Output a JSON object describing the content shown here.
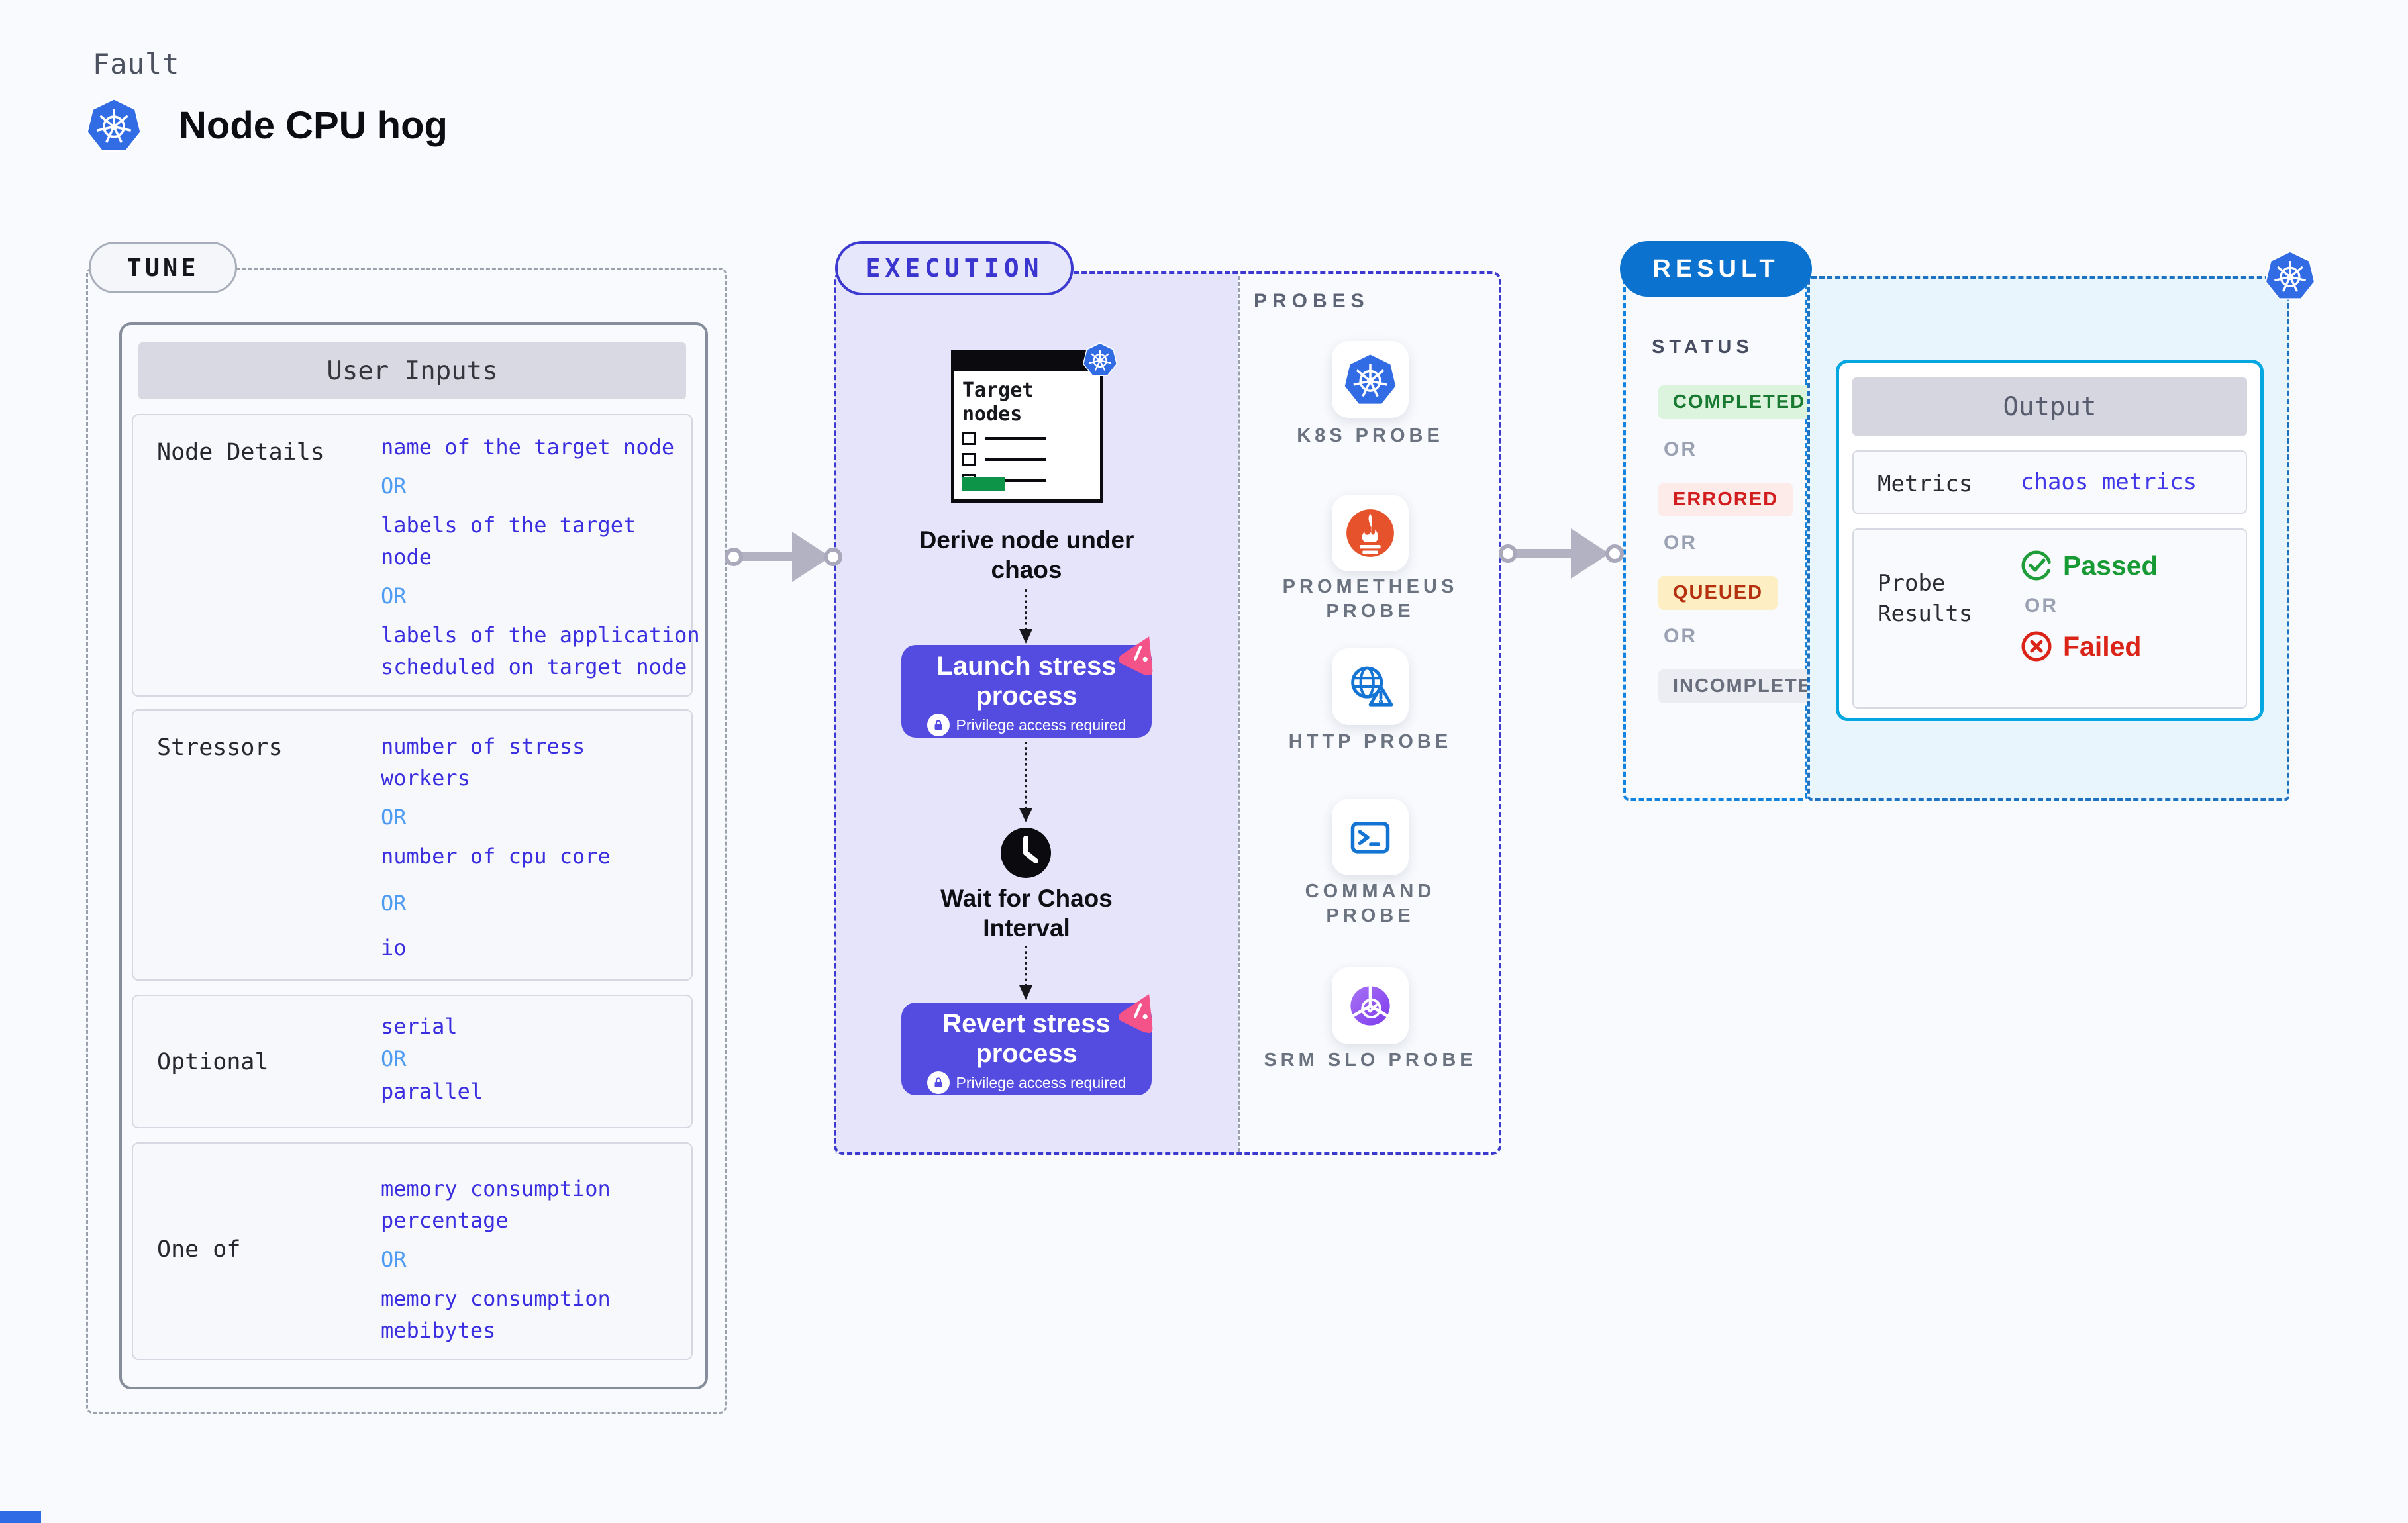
{
  "labels": {
    "or": "OR"
  },
  "header": {
    "eyebrow": "Fault",
    "title": "Node CPU hog",
    "logo_icon": "kubernetes-icon"
  },
  "tune": {
    "badge": "TUNE",
    "card_title": "User Inputs",
    "rows": [
      {
        "label": "Node Details",
        "values": [
          "name of the target node",
          "labels of the target node",
          "labels of the application scheduled on target node"
        ]
      },
      {
        "label": "Stressors",
        "values": [
          "number of stress workers",
          "number of cpu core",
          "io"
        ]
      },
      {
        "label": "Optional",
        "values": [
          "serial",
          "parallel"
        ]
      },
      {
        "label": "One of",
        "values": [
          "memory consumption percentage",
          "memory consumption mebibytes"
        ]
      }
    ]
  },
  "execution": {
    "badge": "EXECUTION",
    "target_window": {
      "title": "Target nodes",
      "badge_icon": "kubernetes-icon"
    },
    "derive_label": "Derive node under chaos",
    "launch_button": {
      "title": "Launch stress process",
      "note": "Privilege access required",
      "corner_icon": "chaos-pink-icon",
      "lock_icon": "lock-icon"
    },
    "wait_label": "Wait for Chaos Interval",
    "revert_button": {
      "title": "Revert stress process",
      "note": "Privilege access required",
      "corner_icon": "chaos-pink-icon",
      "lock_icon": "lock-icon"
    }
  },
  "probes": {
    "title": "PROBES",
    "items": [
      {
        "label": "K8S PROBE",
        "icon": "kubernetes-icon"
      },
      {
        "label": "PROMETHEUS PROBE",
        "icon": "prometheus-icon"
      },
      {
        "label": "HTTP PROBE",
        "icon": "http-globe-icon"
      },
      {
        "label": "COMMAND PROBE",
        "icon": "terminal-icon"
      },
      {
        "label": "SRM SLO PROBE",
        "icon": "srm-slo-icon"
      }
    ]
  },
  "result": {
    "badge": "RESULT",
    "status_title": "STATUS",
    "statuses": [
      "COMPLETED",
      "ERRORED",
      "QUEUED",
      "INCOMPLETED"
    ],
    "corner_icon": "kubernetes-icon",
    "output": {
      "title": "Output",
      "metrics_label": "Metrics",
      "metrics_value": "chaos metrics",
      "probe_results_label": "Probe Results",
      "passed_label": "Passed",
      "failed_label": "Failed"
    }
  },
  "colors": {
    "background": "#F8FAFD",
    "indigo_accent": "#3B39CF",
    "value_text": "#3A2EE0",
    "or_blue": "#4D9BF2",
    "button_indigo": "#544CE0",
    "lavender_panel": "#E5E4FB",
    "pink_mark": "#F4538A",
    "result_blue": "#0B73CF",
    "status_dashed_blue": "#1283DE",
    "output_border_cyan": "#04A7E0",
    "cyan_panel": "#E9F5FC",
    "completed_green": "#187A31",
    "errored_red": "#D11D1D",
    "queued_text": "#B5300F",
    "incompleted_gray": "#696E7C",
    "passed_green": "#1F9D3B",
    "failed_red": "#DA2417",
    "kubernetes_blue": "#326CE5",
    "prometheus_orange": "#E6522C",
    "green_bar": "#0D9448"
  }
}
